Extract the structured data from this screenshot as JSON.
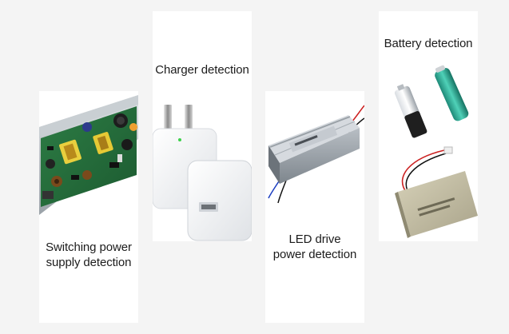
{
  "cards": {
    "switching": {
      "line1": "Switching power",
      "line2": "supply detection",
      "image": "switching-power-supply-board-photo"
    },
    "charger": {
      "line1": "Charger detection",
      "image": "usb-charger-photo"
    },
    "led": {
      "line1": "LED drive",
      "line2": "power detection",
      "image": "led-driver-box-photo"
    },
    "battery": {
      "line1": "Battery detection",
      "image": "batteries-photo"
    }
  }
}
